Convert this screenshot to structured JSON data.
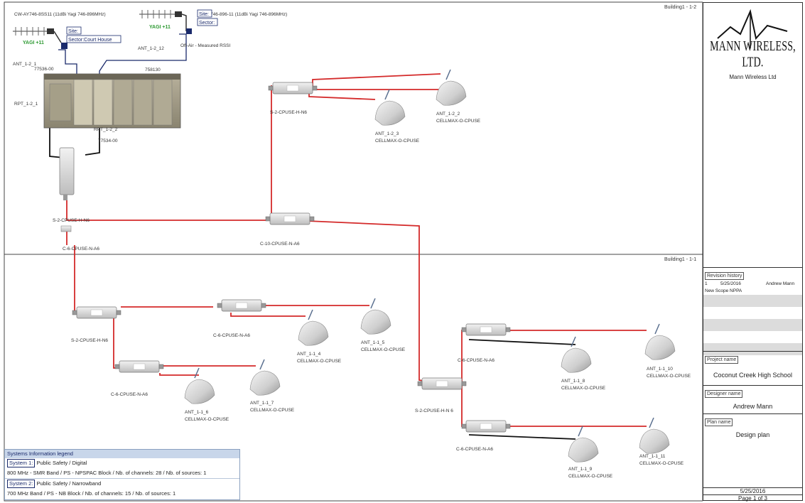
{
  "floors": {
    "upper": "Building1 - 1-2",
    "lower": "Building1 - 1-1"
  },
  "donor_antennas": {
    "left_label": "CW-AY746-8SS11 (11dBi Yagi 746-896MHz)",
    "right_label": "746-896-11 (11dBi Yagi 746-896MHz)",
    "badge_left": "YAGI +11",
    "badge_right": "YAGI +11",
    "site_left_line1": "Site:",
    "site_left_line2": "Sector:Court House",
    "site_right_line1": "Site:",
    "site_right_line2": "Sector:",
    "ant_left": "ANT_1-2_1",
    "ant_right": "ANT_1-2_12",
    "part_left": "77536-00",
    "off_air": "Off-Air - Measured RSSI"
  },
  "repeater": {
    "model": "758130",
    "name": "RPT_1-2_1",
    "name2": "RPT_1-2_2",
    "part2": "77534-00"
  },
  "splitters": {
    "s_top_left": "S-2-CPUSE-H-N6",
    "s_top_right": "S-2-CPUSE-H-N6",
    "c10": "C-10-CPUSE-N-A6",
    "c6_link": "C-6-CPUSE-N-A6",
    "s_low_left": "S-2-CPUSE-H-N6",
    "c6_low_a": "C-6-CPUSE-N-A6",
    "c6_low_b": "C-6-CPUSE-N-A6",
    "s_low_right": "S-2-CPUSE-H-N 6",
    "c6_right_a": "C-6-CPUSE-N-A6",
    "c6_right_b": "C-6-CPUSE-N-A6"
  },
  "antennas": {
    "a12_2": {
      "id": "ANT_1-2_2",
      "model": "CELLMAX-O-CPUSE"
    },
    "a12_3": {
      "id": "ANT_1-2_3",
      "model": "CELLMAX-O-CPUSE"
    },
    "a11_4": {
      "id": "ANT_1-1_4",
      "model": "CELLMAX-O-CPUSE"
    },
    "a11_5": {
      "id": "ANT_1-1_5",
      "model": "CELLMAX-O-CPUSE"
    },
    "a11_6": {
      "id": "ANT_1-1_6",
      "model": "CELLMAX-O-CPUSE"
    },
    "a11_7": {
      "id": "ANT_1-1_7",
      "model": "CELLMAX-O-CPUSE"
    },
    "a11_8": {
      "id": "ANT_1-1_8",
      "model": "CELLMAX-O-CPUSE"
    },
    "a11_10": {
      "id": "ANT_1-1_10",
      "model": "CELLMAX-O-CPUSE"
    },
    "a11_9": {
      "id": "ANT_1-1_9",
      "model": "CELLMAX-O-CPUSE"
    },
    "a11_11": {
      "id": "ANT_1-1_11",
      "model": "CELLMAX-O-CPUSE"
    }
  },
  "legend": {
    "title": "Systems Information legend",
    "sys1_tag": "System 1:",
    "sys1_name": "Public Safety / Digital",
    "sys1_detail": "800 MHz - SMR Band / PS - NPSPAC Block / Nb. of channels: 28 / Nb. of sources: 1",
    "sys2_tag": "System 2:",
    "sys2_name": "Public Safety / Narrowband",
    "sys2_detail": "700 MHz Band / PS - NB Block / Nb. of channels: 15 / Nb. of sources: 1"
  },
  "title_block": {
    "logo_text": "MANN WIRELESS, LTD.",
    "company": "Mann Wireless Ltd",
    "revision_label": "Revision history",
    "rev_no": "1",
    "rev_date": "5/25/2016",
    "rev_author": "Andrew Mann",
    "rev_desc": "New Scope NPPA",
    "project_label": "Project name",
    "project_name": "Coconut Creek High School",
    "designer_label": "Designer name",
    "designer_name": "Andrew Mann",
    "plan_label": "Plan name",
    "plan_name": "Design plan",
    "date": "5/25/2016",
    "page": "Page 1 of 3"
  },
  "colors": {
    "coax": "#d42a2a",
    "jumper": "#111111",
    "frame_blue": "#1a2a6b",
    "legend_header": "#c8d6ea"
  }
}
